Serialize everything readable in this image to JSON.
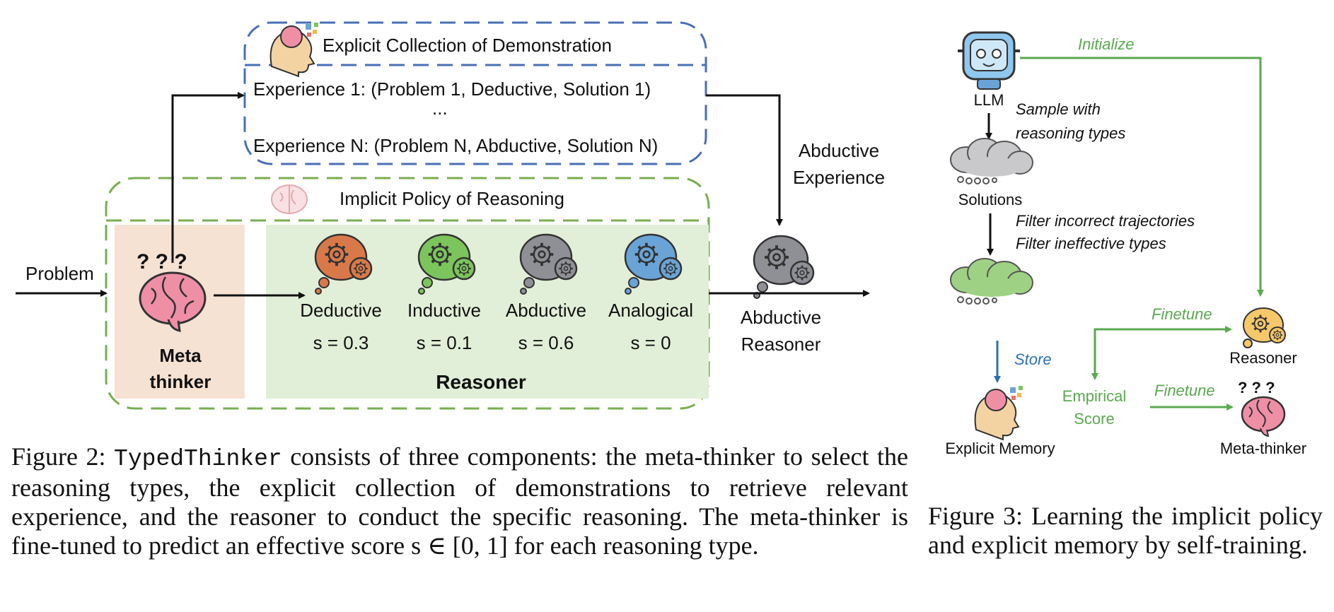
{
  "figure2": {
    "collection_title": "Explicit Collection of Demonstration",
    "experience_1": "Experience 1: (Problem 1, Deductive, Solution 1)",
    "ellipsis": "...",
    "experience_n": "Experience N: (Problem N, Abductive, Solution N)",
    "policy_title": "Implicit Policy of Reasoning",
    "problem_label": "Problem",
    "meta_label_1": "Meta",
    "meta_label_2": "thinker",
    "question_marks": "? ? ?",
    "reasoner_label": "Reasoner",
    "reasoning_types": [
      {
        "name": "Deductive",
        "score": "s = 0.3",
        "color": "#d9794a"
      },
      {
        "name": "Inductive",
        "score": "s = 0.1",
        "color": "#7cc45c"
      },
      {
        "name": "Abductive",
        "score": "s = 0.6",
        "color": "#8e9096"
      },
      {
        "name": "Analogical",
        "score": "s = 0",
        "color": "#6aa3d6"
      }
    ],
    "abductive_experience_1": "Abductive",
    "abductive_experience_2": "Experience",
    "abductive_reasoner_1": "Abductive",
    "abductive_reasoner_2": "Reasoner",
    "colors": {
      "collection_border": "#4a6fb5",
      "policy_border": "#79ad4f",
      "meta_bg": "#f6e2d3",
      "reasoner_bg": "#e2efd8"
    }
  },
  "figure3": {
    "llm_label": "LLM",
    "initialize_label": "Initialize",
    "sample_label_1": "Sample with",
    "sample_label_2": "reasoning types",
    "solutions_label": "Solutions",
    "filter_label_1": "Filter incorrect trajectories",
    "filter_label_2": "Filter ineffective types",
    "store_label": "Store",
    "finetune_label_1": "Finetune",
    "finetune_label_2": "Finetune",
    "empirical_label_1": "Empirical",
    "empirical_label_2": "Score",
    "reasoner_label": "Reasoner",
    "explicit_memory_label": "Explicit Memory",
    "meta_thinker_label": "Meta-thinker",
    "question_marks": "? ? ?",
    "colors": {
      "green": "#5aa84f",
      "blue": "#2f6fb5"
    }
  },
  "captions": {
    "fig2_label": "Figure 2:",
    "fig2_name": "TypedThinker",
    "fig2_text": "consists of three components: the meta-thinker to select the reasoning types, the explicit collection of demonstrations to retrieve relevant experience, and the reasoner to conduct the specific reasoning. The meta-thinker is fine-tuned to predict an effective score s ∈ [0, 1] for each reasoning type.",
    "fig3_label": "Figure 3:",
    "fig3_text": "Learning the implicit policy and explicit memory by self-training."
  }
}
